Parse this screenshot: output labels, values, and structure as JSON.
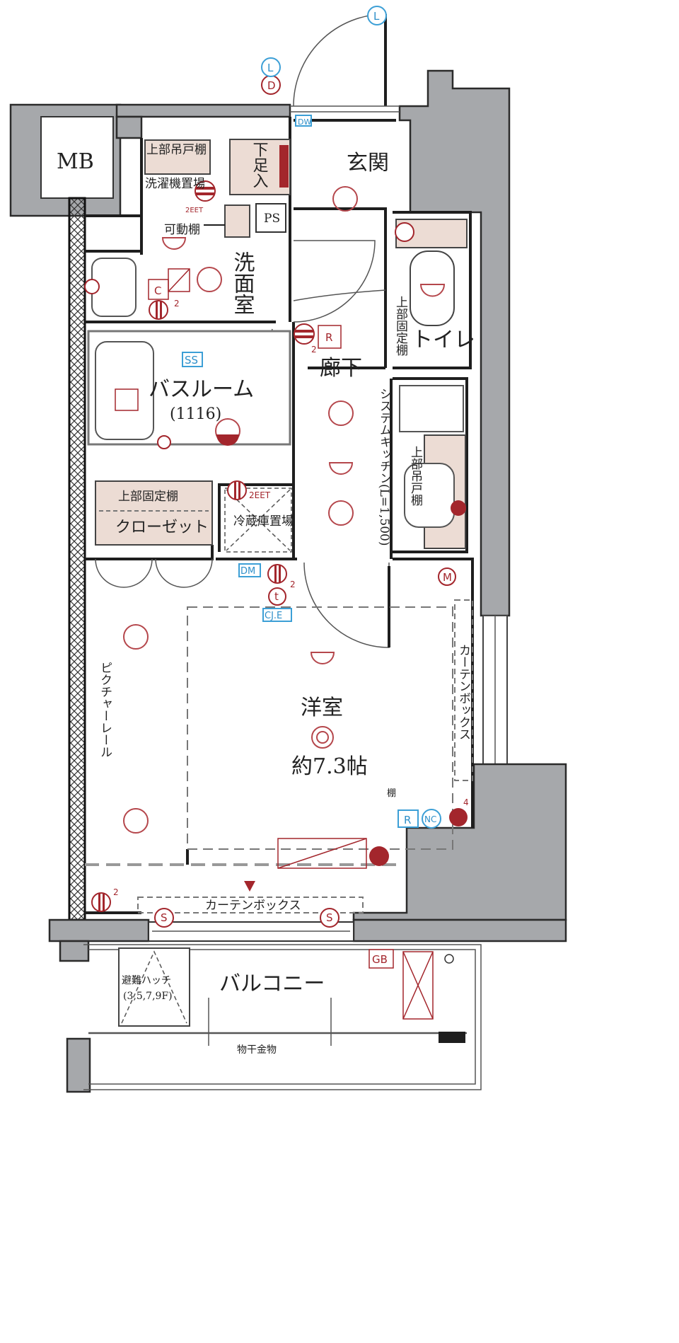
{
  "colors": {
    "wall": "#a6a8ab",
    "electrical": "#a3262c",
    "equipment_blue": "#3c9fd6",
    "cabinet_fill": "#ecdcd4"
  },
  "rooms": {
    "mb": "MB",
    "entrance": "玄関",
    "washroom": "洗面室",
    "toilet": "トイレ",
    "bathroom": "バスルーム",
    "bathroom_size": "(1116)",
    "corridor": "廊下",
    "western_room": "洋室",
    "western_room_size": "約7.3帖",
    "balcony": "バルコニー"
  },
  "fixtures": {
    "upper_hanging_cabinet_1": "上部吊戸棚",
    "washing_machine": "洗濯機置場",
    "movable_shelf": "可動棚",
    "ps": "PS",
    "shoe_cabinet": "下足入",
    "toilet_upper_shelf": "上部固定棚",
    "kitchen": "システムキッチン(L=1,500)",
    "kitchen_upper_cabinet": "上部吊戸棚",
    "fridge": "冷蔵庫置場",
    "closet_upper_shelf": "上部固定棚",
    "closet": "クローゼット",
    "picture_rail": "ピクチャーレール",
    "curtain_box_right": "カーテンボックス",
    "curtain_box_bottom": "カーテンボックス",
    "shelf": "棚",
    "evac_hatch": "避難ハッチ",
    "evac_hatch_floors": "(3,5,7,9F)",
    "clothes_pole": "物干金物"
  },
  "symbols": {
    "dw": "DW",
    "ss": "SS",
    "dm": "DM",
    "cje": "CJ.E",
    "r_blue": "R",
    "nc": "NC",
    "l_top": "L",
    "l_door": "L",
    "d": "D",
    "m": "M",
    "gb": "GB",
    "c": "C",
    "r_red": "R",
    "eet_1": "2EET",
    "eet_2": "2EET",
    "t": "t",
    "s_left": "S",
    "s_right": "S",
    "n2_a": "2",
    "n2_b": "2",
    "n2_c": "2",
    "n2_d": "2",
    "n4": "4"
  }
}
